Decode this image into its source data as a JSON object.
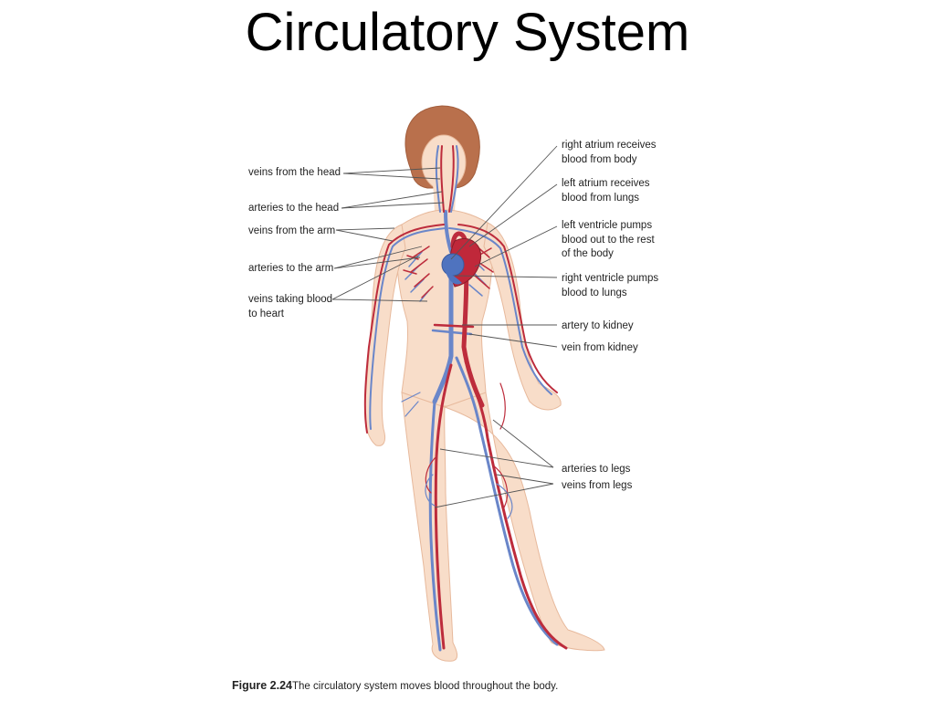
{
  "title": "Circulatory System",
  "labels": {
    "veins_head": "veins from the head",
    "arteries_head": "arteries to the head",
    "veins_arm": "veins from the arm",
    "arteries_arm": "arteries to the arm",
    "veins_heart_1": "veins taking blood",
    "veins_heart_2": "to heart",
    "right_atrium_1": "right atrium receives",
    "right_atrium_2": "blood from body",
    "left_atrium_1": "left atrium receives",
    "left_atrium_2": "blood from lungs",
    "left_ventricle_1": "left ventricle pumps",
    "left_ventricle_2": "blood out to the rest",
    "left_ventricle_3": "of the body",
    "right_ventricle_1": "right ventricle pumps",
    "right_ventricle_2": "blood to lungs",
    "artery_kidney": "artery to kidney",
    "vein_kidney": "vein from kidney",
    "arteries_legs": "arteries to legs",
    "veins_legs": "veins from legs"
  },
  "caption": {
    "number": "Figure 2.24",
    "text": "The circulatory system moves blood throughout the body."
  },
  "colors": {
    "skin": "#f8ddc9",
    "skin_outline": "#e7b99c",
    "hair": "#b9704c",
    "artery": "#bd2c3c",
    "vein": "#6a86c9",
    "heart": "#c0283a",
    "heart_right": "#4f73bf"
  }
}
